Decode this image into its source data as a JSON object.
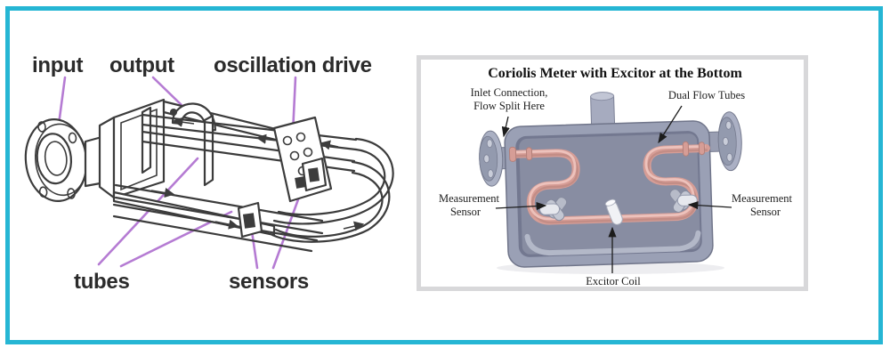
{
  "colors": {
    "frame_border": "#26b6d4",
    "panel_frame": "#d8d8da",
    "leader_purple": "#b57bd3",
    "line_art_ink": "#3c3c3c",
    "meter_body_light": "#b3b8c8",
    "meter_body_mid": "#9aa0b5",
    "meter_body_dark": "#888da2",
    "flow_tube_salmon": "#d69d96",
    "flow_tube_highlight": "#efc7c0"
  },
  "left_diagram": {
    "labels": {
      "input": "input",
      "output": "output",
      "oscillation_drive": "oscillation drive",
      "tubes": "tubes",
      "sensors": "sensors"
    }
  },
  "right_diagram": {
    "title": "Coriolis Meter with Excitor at the Bottom",
    "labels": {
      "inlet_line1": "Inlet Connection,",
      "inlet_line2": "Flow Split Here",
      "dual_flow_tubes": "Dual Flow Tubes",
      "measurement_left_line1": "Measurement",
      "measurement_left_line2": "Sensor",
      "measurement_right_line1": "Measurement",
      "measurement_right_line2": "Sensor",
      "excitor_coil": "Excitor Coil"
    }
  }
}
